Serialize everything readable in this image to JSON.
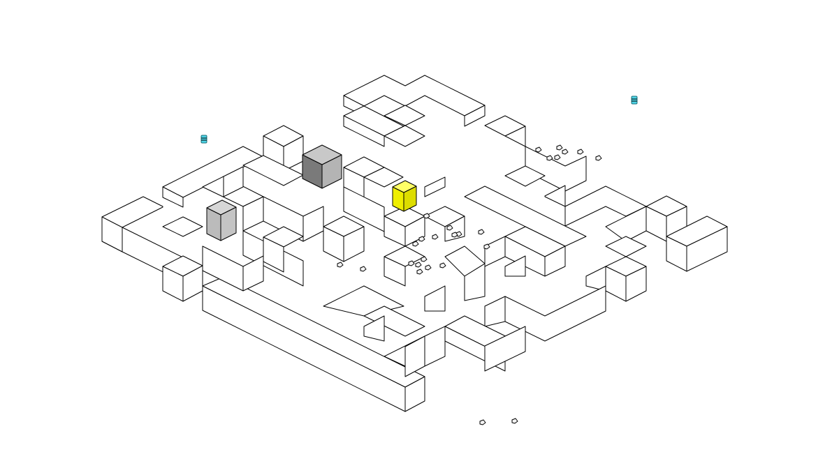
{
  "scene": {
    "line_color": "#000000",
    "face_fill": "#ffffff",
    "player_colors": {
      "top": "#ffff66",
      "left": "#eeee00",
      "right": "#dddd00"
    },
    "gray_light": {
      "top": "#d6d6d6",
      "left": "#bbbbbb",
      "right": "#c4c4c4"
    },
    "gray_dark": {
      "top": "#c8c8c8",
      "left": "#7a7a7a",
      "right": "#b4b4b4"
    },
    "pickup_color": "#4dd4e6",
    "player_block": "yellow-cube",
    "objects": [
      "gray-cube-light",
      "gray-cube-dark",
      "cyan-pickup",
      "cyan-pickup",
      "debris"
    ]
  }
}
